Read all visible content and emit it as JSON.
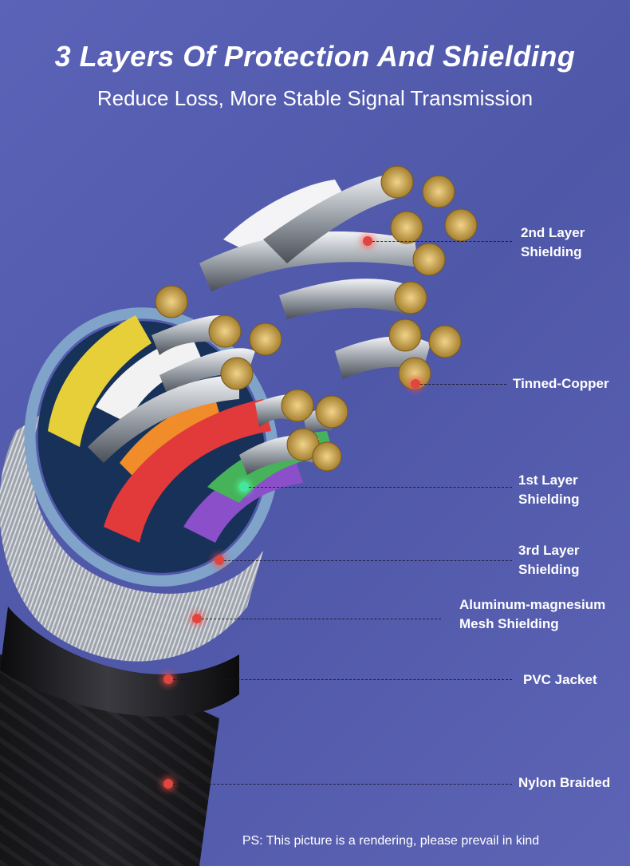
{
  "header": {
    "title": "3 Layers Of Protection And Shielding",
    "subtitle": "Reduce Loss, More Stable Signal Transmission"
  },
  "callouts": [
    {
      "id": "second-layer",
      "line1": "2nd Layer",
      "line2": "Shielding"
    },
    {
      "id": "tinned-copper",
      "line1": "Tinned-Copper",
      "line2": ""
    },
    {
      "id": "first-layer",
      "line1": "1st Layer",
      "line2": "Shielding"
    },
    {
      "id": "third-layer",
      "line1": "3rd Layer",
      "line2": "Shielding"
    },
    {
      "id": "al-mg-mesh",
      "line1": "Aluminum-magnesium",
      "line2": "Mesh Shielding"
    },
    {
      "id": "pvc-jacket",
      "line1": "PVC Jacket",
      "line2": ""
    },
    {
      "id": "nylon-braided",
      "line1": "Nylon Braided",
      "line2": ""
    }
  ],
  "footer": {
    "note": "PS: This picture is a rendering, please prevail in kind"
  },
  "colors": {
    "background": "#5259ab",
    "accent_dot": "#e0453f",
    "accent_dot_green": "#45e6a0",
    "copper": "#c9a24a"
  }
}
